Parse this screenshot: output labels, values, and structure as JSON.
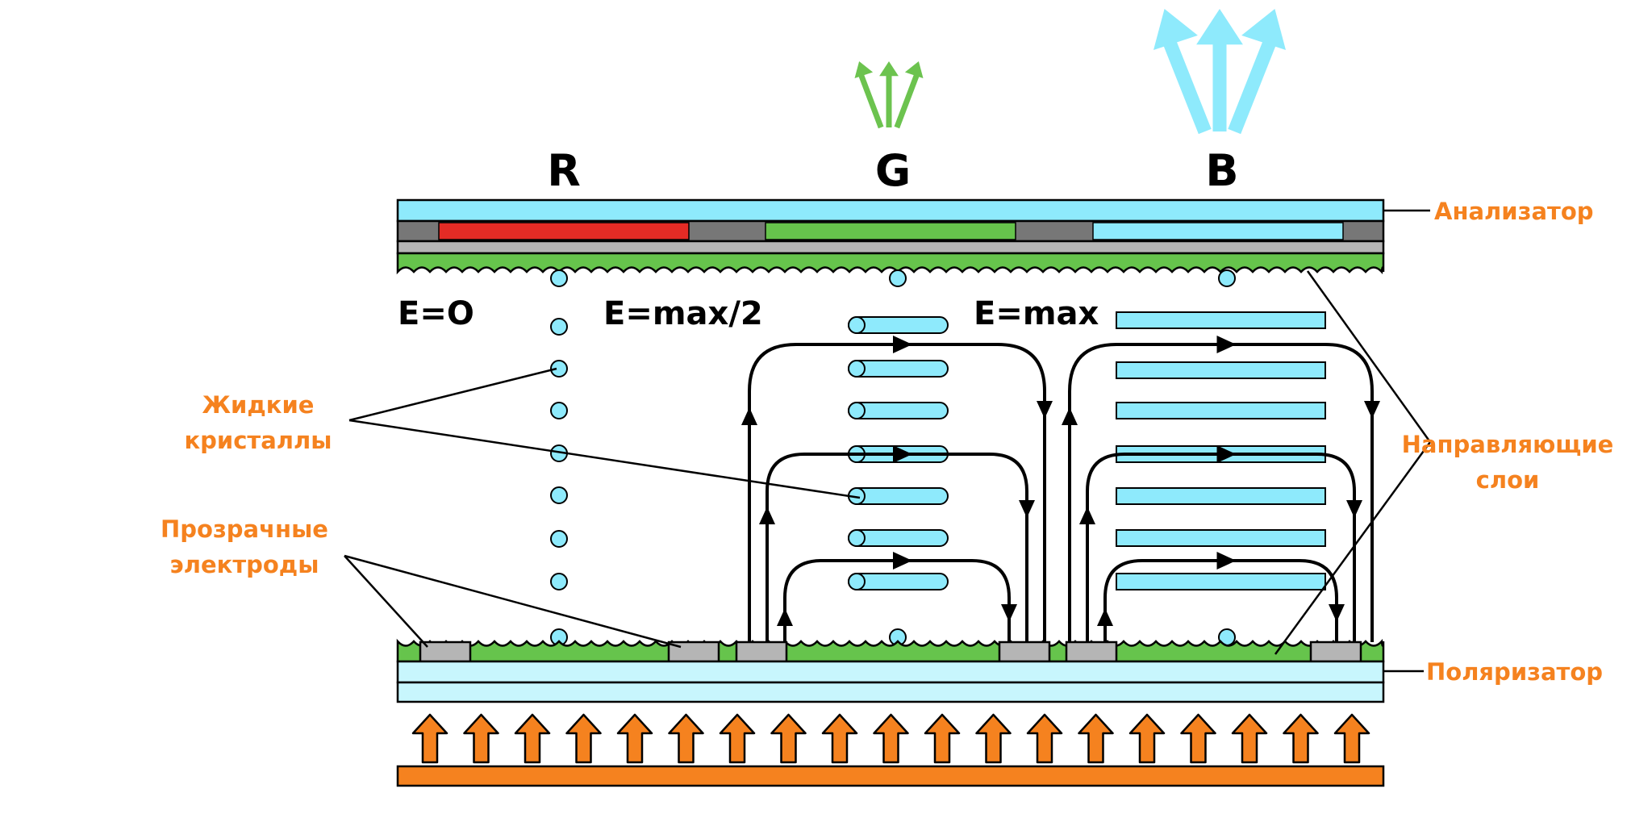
{
  "colors": {
    "analyzer": "#8eeafc",
    "polarizer": "#c8f6fd",
    "align_layer": "#66c44c",
    "electrode": "#b5b5b5",
    "black_matrix": "#777777",
    "red_filter": "#e42b25",
    "green_filter": "#66c44c",
    "blue_filter": "#8eeafc",
    "crystal": "#8eeafc",
    "backlight": "#f5821f",
    "light_green": "#6cc34f",
    "light_blue": "#8eeafc",
    "label_orange": "#f5821f"
  },
  "pixels": {
    "r": "R",
    "g": "G",
    "b": "B"
  },
  "fields": {
    "zero": "E=O",
    "half": "E=max/2",
    "max": "E=max"
  },
  "labels": {
    "analyzer": "Анализатор",
    "liquid_crystals_1": "Жидкие",
    "liquid_crystals_2": "кристаллы",
    "electrodes_1": "Прозрачные",
    "electrodes_2": "электроды",
    "alignment_1": "Направляющие",
    "alignment_2": "слои",
    "polarizer": "Поляризатор"
  },
  "light": {
    "red_intensity": 0,
    "green_intensity": 0.5,
    "blue_intensity": 1
  },
  "icons": {
    "emitted_light": "up-arrow-icon",
    "field_line": "field-line-arrow-icon",
    "backlight": "up-arrow-icon"
  }
}
